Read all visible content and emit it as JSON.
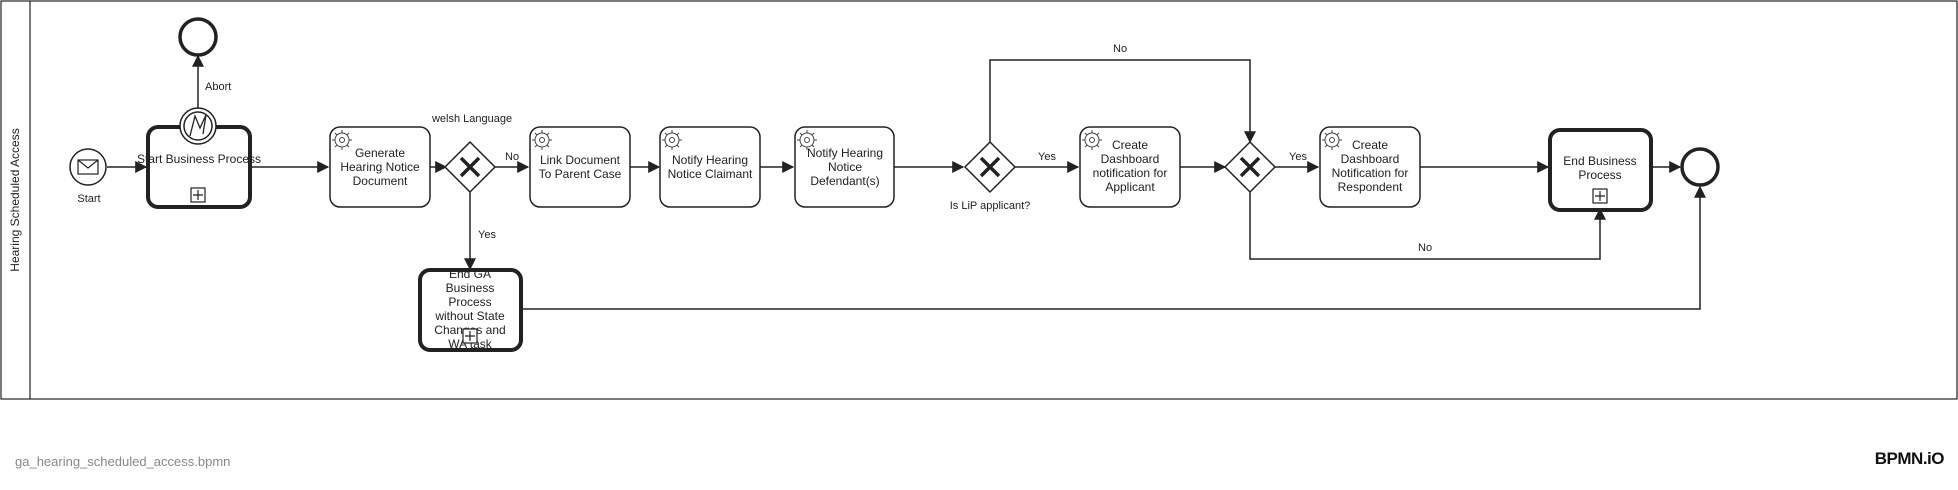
{
  "diagram": {
    "lane_label": "Hearing Scheduled Access",
    "start_event": "Start",
    "abort_label": "Abort",
    "tasks": {
      "start_business_process": "Start Business Process",
      "generate_hearing_notice": "Generate Hearing Notice Document",
      "link_document": "Link Document To Parent Case",
      "notify_claimant": "Notify Hearing Notice Claimant",
      "notify_defendant": "Notify Hearing Notice Defendant(s)",
      "dashboard_applicant": "Create Dashboard notification for Applicant",
      "dashboard_respondent": "Create Dashboard Notification for Respondent",
      "end_business_process": "End Business Process",
      "end_ga_business_process": "End GA Business Process without State Changes and WA task"
    },
    "gateways": {
      "welsh_language": "welsh Language",
      "lip_applicant": "Is LiP applicant?"
    },
    "flow_labels": {
      "welsh_no": "No",
      "welsh_yes": "Yes",
      "lip_yes": "Yes",
      "lip_no": "No",
      "merge_yes": "Yes",
      "merge_no": "No"
    }
  },
  "footer": {
    "filename": "ga_hearing_scheduled_access.bpmn",
    "logo": "BPMN.iO"
  }
}
